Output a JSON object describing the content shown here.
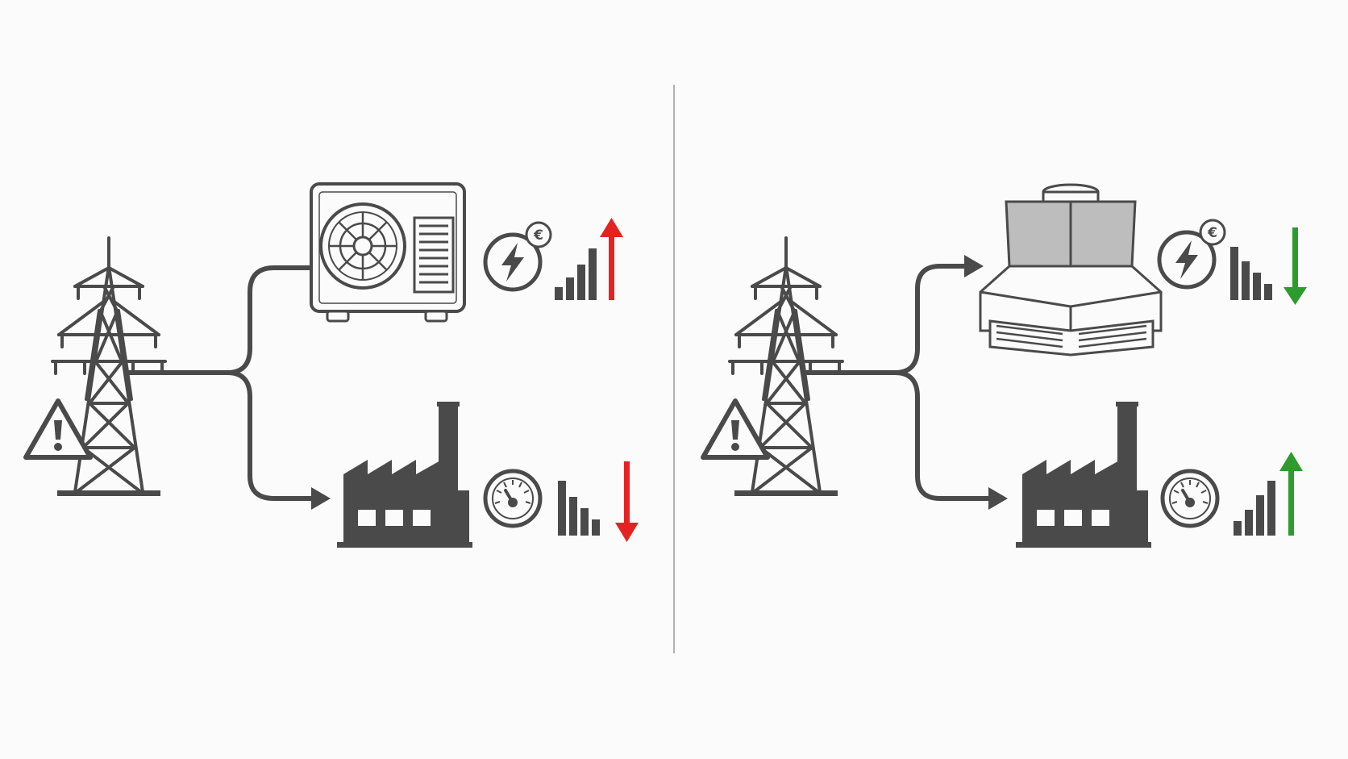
{
  "colors": {
    "background": "#fbfbfb",
    "icon": "#4a4a4a",
    "divider": "#9a9a9a",
    "increase": "#e52222",
    "decrease": "#2e9b2e",
    "increase_right": "#2e9b2e",
    "decrease_left": "#e52222"
  },
  "icons": {
    "grid": "transmission-tower-icon",
    "warning": "warning-triangle-icon",
    "air_unit": "air-source-heat-pump-icon",
    "cooling_unit": "cooling-tower-unit-icon",
    "factory": "factory-icon",
    "cost": "electricity-cost-icon",
    "gauge": "gauge-icon",
    "bars": "bar-graph-icon",
    "arrow_up": "arrow-up-icon",
    "arrow_down": "arrow-down-icon"
  },
  "currency_symbol": "€",
  "panels": [
    {
      "id": "left",
      "cost_trend": "up",
      "performance_trend": "down"
    },
    {
      "id": "right",
      "cost_trend": "down",
      "performance_trend": "up"
    }
  ]
}
